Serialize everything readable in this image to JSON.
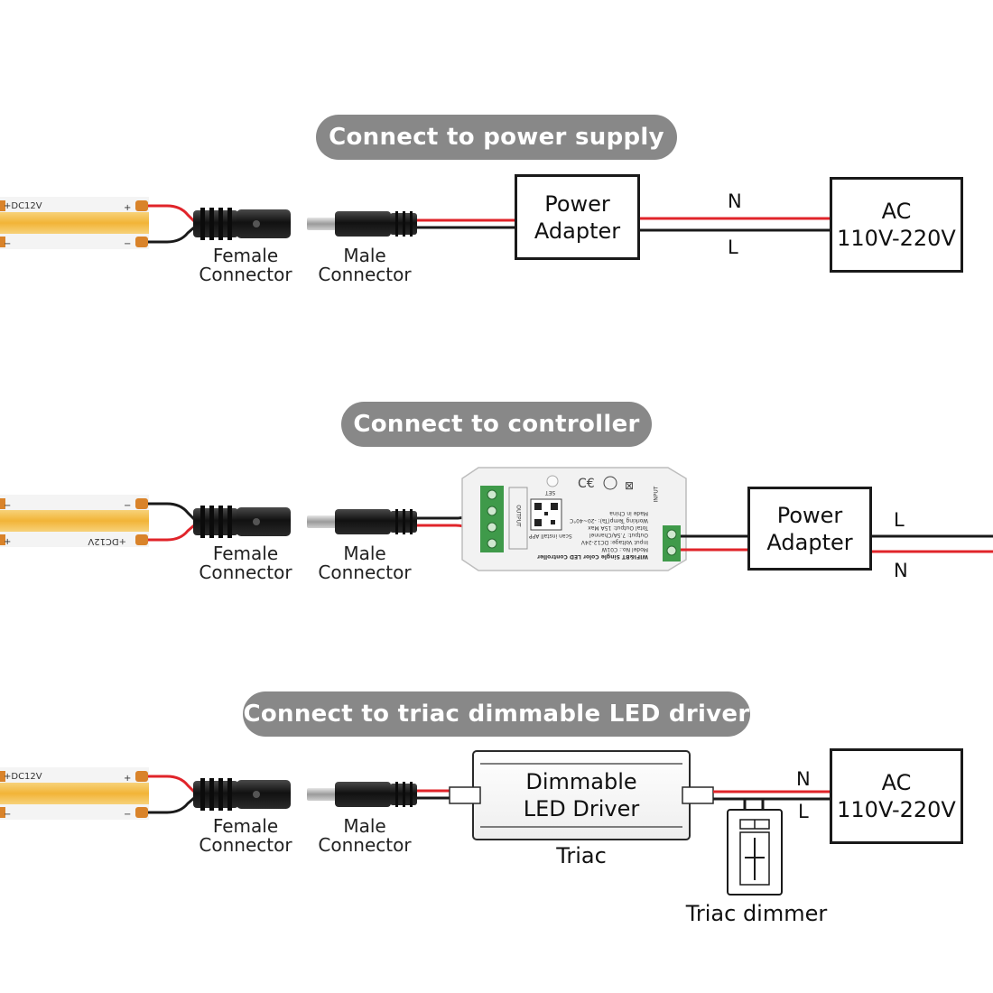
{
  "sections": [
    {
      "title": "Connect to power supply",
      "strip_label": "+DC12V",
      "female_connector": [
        "Female",
        "Connector"
      ],
      "male_connector": [
        "Male",
        "Connector"
      ],
      "adapter": [
        "Power",
        "Adapter"
      ],
      "wire_n": "N",
      "wire_l": "L",
      "ac": [
        "AC",
        "110V-220V"
      ]
    },
    {
      "title": "Connect to controller",
      "strip_label": "+DC12V",
      "female_connector": [
        "Female",
        "Connector"
      ],
      "male_connector": [
        "Male",
        "Connector"
      ],
      "controller_name": "WIFI&BT Single Color LED Controller",
      "controller_specs": [
        "Model No.: C01W",
        "Input Voltage: DC12-24V",
        "Output: 7.5A/Channel",
        "Total Output: 15A Max",
        "Working Temp(Ta): -20~40°C",
        "Made in China"
      ],
      "controller_app": "Scan install APP",
      "controller_set": "SET",
      "controller_input": "INPUT",
      "controller_output": "OUTPUT",
      "adapter": [
        "Power",
        "Adapter"
      ],
      "wire_l": "L",
      "wire_n": "N"
    },
    {
      "title": "Connect to triac dimmable LED driver",
      "strip_label": "+DC12V",
      "female_connector": [
        "Female",
        "Connector"
      ],
      "male_connector": [
        "Male",
        "Connector"
      ],
      "driver": [
        "Dimmable",
        "LED Driver"
      ],
      "driver_caption": "Triac",
      "wire_n": "N",
      "wire_l": "L",
      "ac": [
        "AC",
        "110V-220V"
      ],
      "dimmer_caption": "Triac dimmer"
    }
  ],
  "colors": {
    "red_wire": "#e0242a",
    "black_wire": "#1a1a1a",
    "strip": "#f3b93a",
    "pill": "#888888",
    "terminal": "#3f9a4a"
  }
}
